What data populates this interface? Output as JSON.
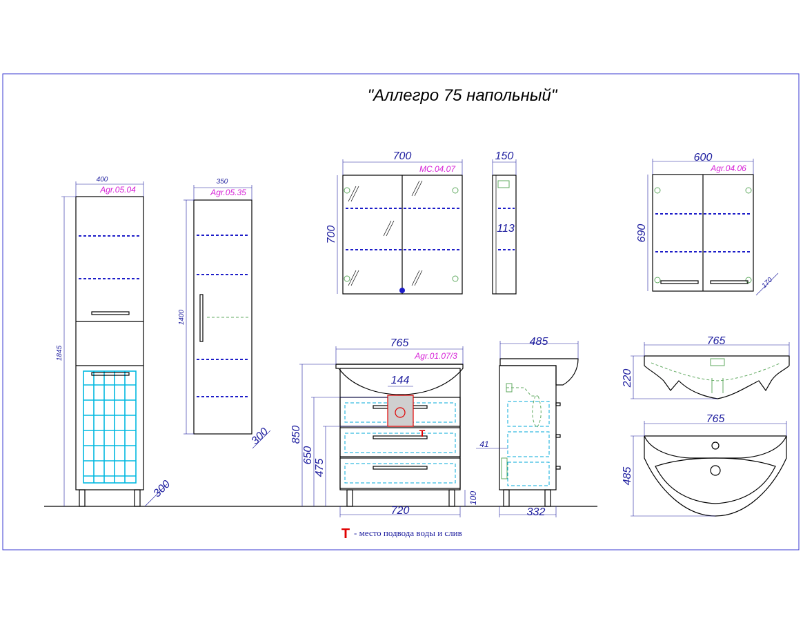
{
  "title": "\"Аллегро 75 напольный\"",
  "codes": {
    "tall_cabinet": "Agr.05.04",
    "narrow_cabinet": "Agr.05.35",
    "mirror_cabinet": "MC.04.07",
    "wall_cabinet": "Agr.04.06",
    "vanity": "Agr.01.07/3"
  },
  "dims": {
    "tall_width": "400",
    "tall_height": "1845",
    "tall_depth": "300",
    "narrow_width": "350",
    "narrow_height": "1400",
    "narrow_depth": "300",
    "mirror_width": "700",
    "mirror_height": "700",
    "mirror_depth": "150",
    "mirror_shelf": "113",
    "wall_width": "600",
    "wall_height": "690",
    "wall_depth": "170",
    "vanity_width": "765",
    "vanity_sink": "144",
    "vanity_h850": "850",
    "vanity_h650": "650",
    "vanity_h475": "475",
    "vanity_leg": "100",
    "vanity_base": "720",
    "side_depth": "485",
    "side_41": "41",
    "side_base": "332",
    "basin_side_width": "765",
    "basin_side_height": "220",
    "basin_top_width": "765",
    "basin_top_depth": "485"
  },
  "legend": {
    "mark": "Т",
    "text": "- место подвода воды и слив"
  },
  "colors": {
    "dimension": "#1c1c9e",
    "code": "#d61fd6",
    "mark": "#e00000",
    "frame": "#3a3ad0"
  }
}
